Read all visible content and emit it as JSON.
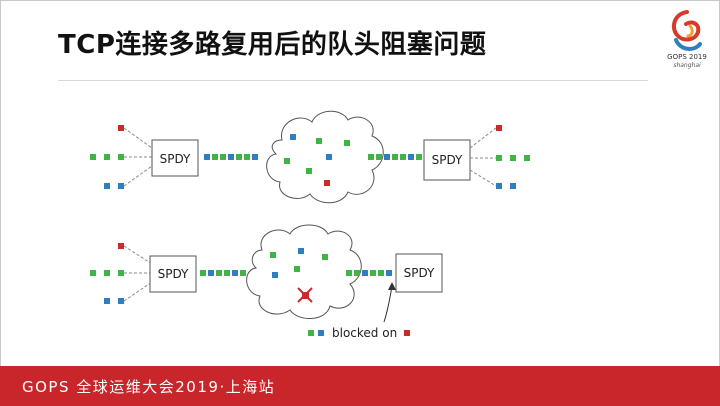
{
  "slide": {
    "title": "TCP连接多路复用后的队头阻塞问题",
    "footer": "GOPS 全球运维大会2019·上海站"
  },
  "logo": {
    "icon": "gops-logo-icon",
    "brand": "GOPS 2019",
    "city": "shanghai"
  },
  "diagram": {
    "box_label": "SPDY",
    "legend": {
      "text": "blocked on",
      "from_color": "green",
      "from_color2": "blue",
      "to_color": "red"
    },
    "blocked_marker": "x-mark-icon"
  },
  "colors": {
    "red": "#cc2a2a",
    "green": "#3fb548",
    "blue": "#2f7fc0",
    "footer_bg": "#c8262b",
    "line": "#8a8a8a"
  }
}
